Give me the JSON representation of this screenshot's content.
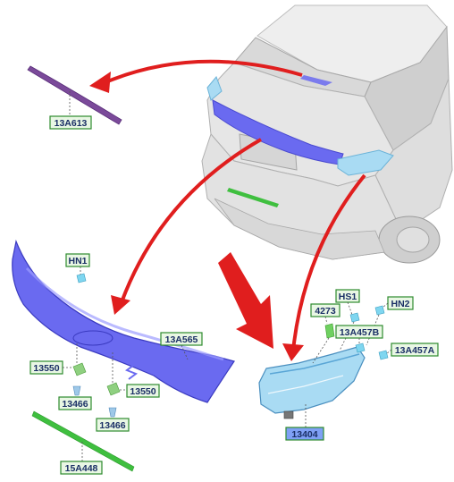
{
  "colors": {
    "arrow": "#e01e1e",
    "part_highlight": "#6a6af0",
    "lamp": "#a9dbf3",
    "green_strip": "#3fbf3f",
    "label_fill_green": "#e9f7e4",
    "label_fill_blue": "#7fa0f5",
    "label_border": "#2e8b2e",
    "label_text": "#1a2f66",
    "car_body": "#e6e6e6"
  },
  "labels": {
    "l_13A613": "13A613",
    "l_HN1": "HN1",
    "l_13A565": "13A565",
    "l_13550_left": "13550",
    "l_13550_right": "13550",
    "l_13466_left": "13466",
    "l_13466_right": "13466",
    "l_15A448": "15A448",
    "l_HS1": "HS1",
    "l_HN2": "HN2",
    "l_4273": "4273",
    "l_13A457B": "13A457B",
    "l_13A457A": "13A457A",
    "l_13404": "13404"
  }
}
